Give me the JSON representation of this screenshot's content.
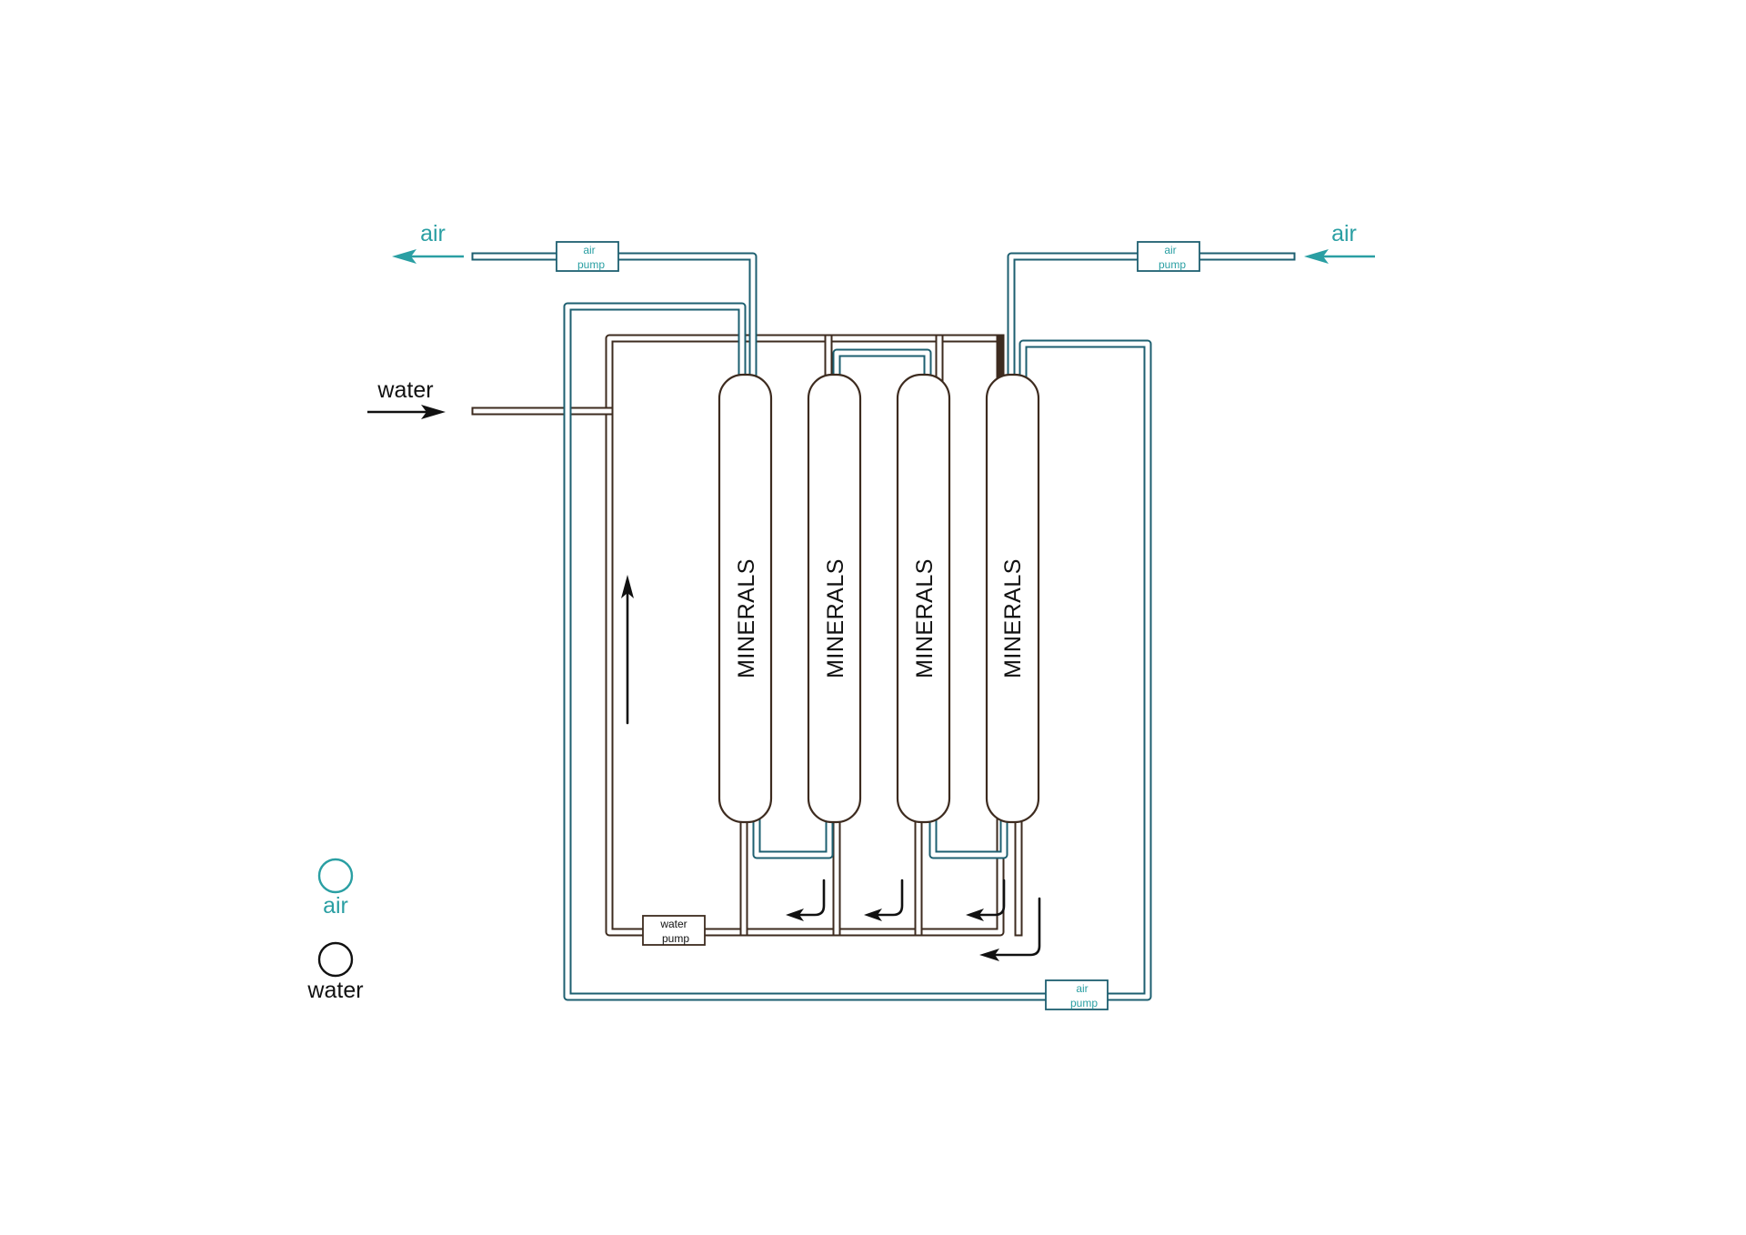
{
  "diagram": {
    "columns": [
      {
        "label": "MINERALS"
      },
      {
        "label": "MINERALS"
      },
      {
        "label": "MINERALS"
      },
      {
        "label": "MINERALS"
      }
    ],
    "air_out_label": "air",
    "air_in_label": "air",
    "water_in_label": "water",
    "air_pumps": [
      {
        "line1": "air",
        "line2": "pump"
      },
      {
        "line1": "air",
        "line2": "pump"
      },
      {
        "line1": "air",
        "line2": "pump"
      }
    ],
    "water_pump": {
      "line1": "water",
      "line2": "pump"
    }
  },
  "legend": {
    "air_label": "air",
    "water_label": "water",
    "air_color": "#2a9fa3",
    "water_color": "#111111"
  },
  "colors": {
    "water_pipe": "#3d2b1f",
    "air_pipe": "#1d5f70",
    "air_text": "#2a9fa3"
  }
}
